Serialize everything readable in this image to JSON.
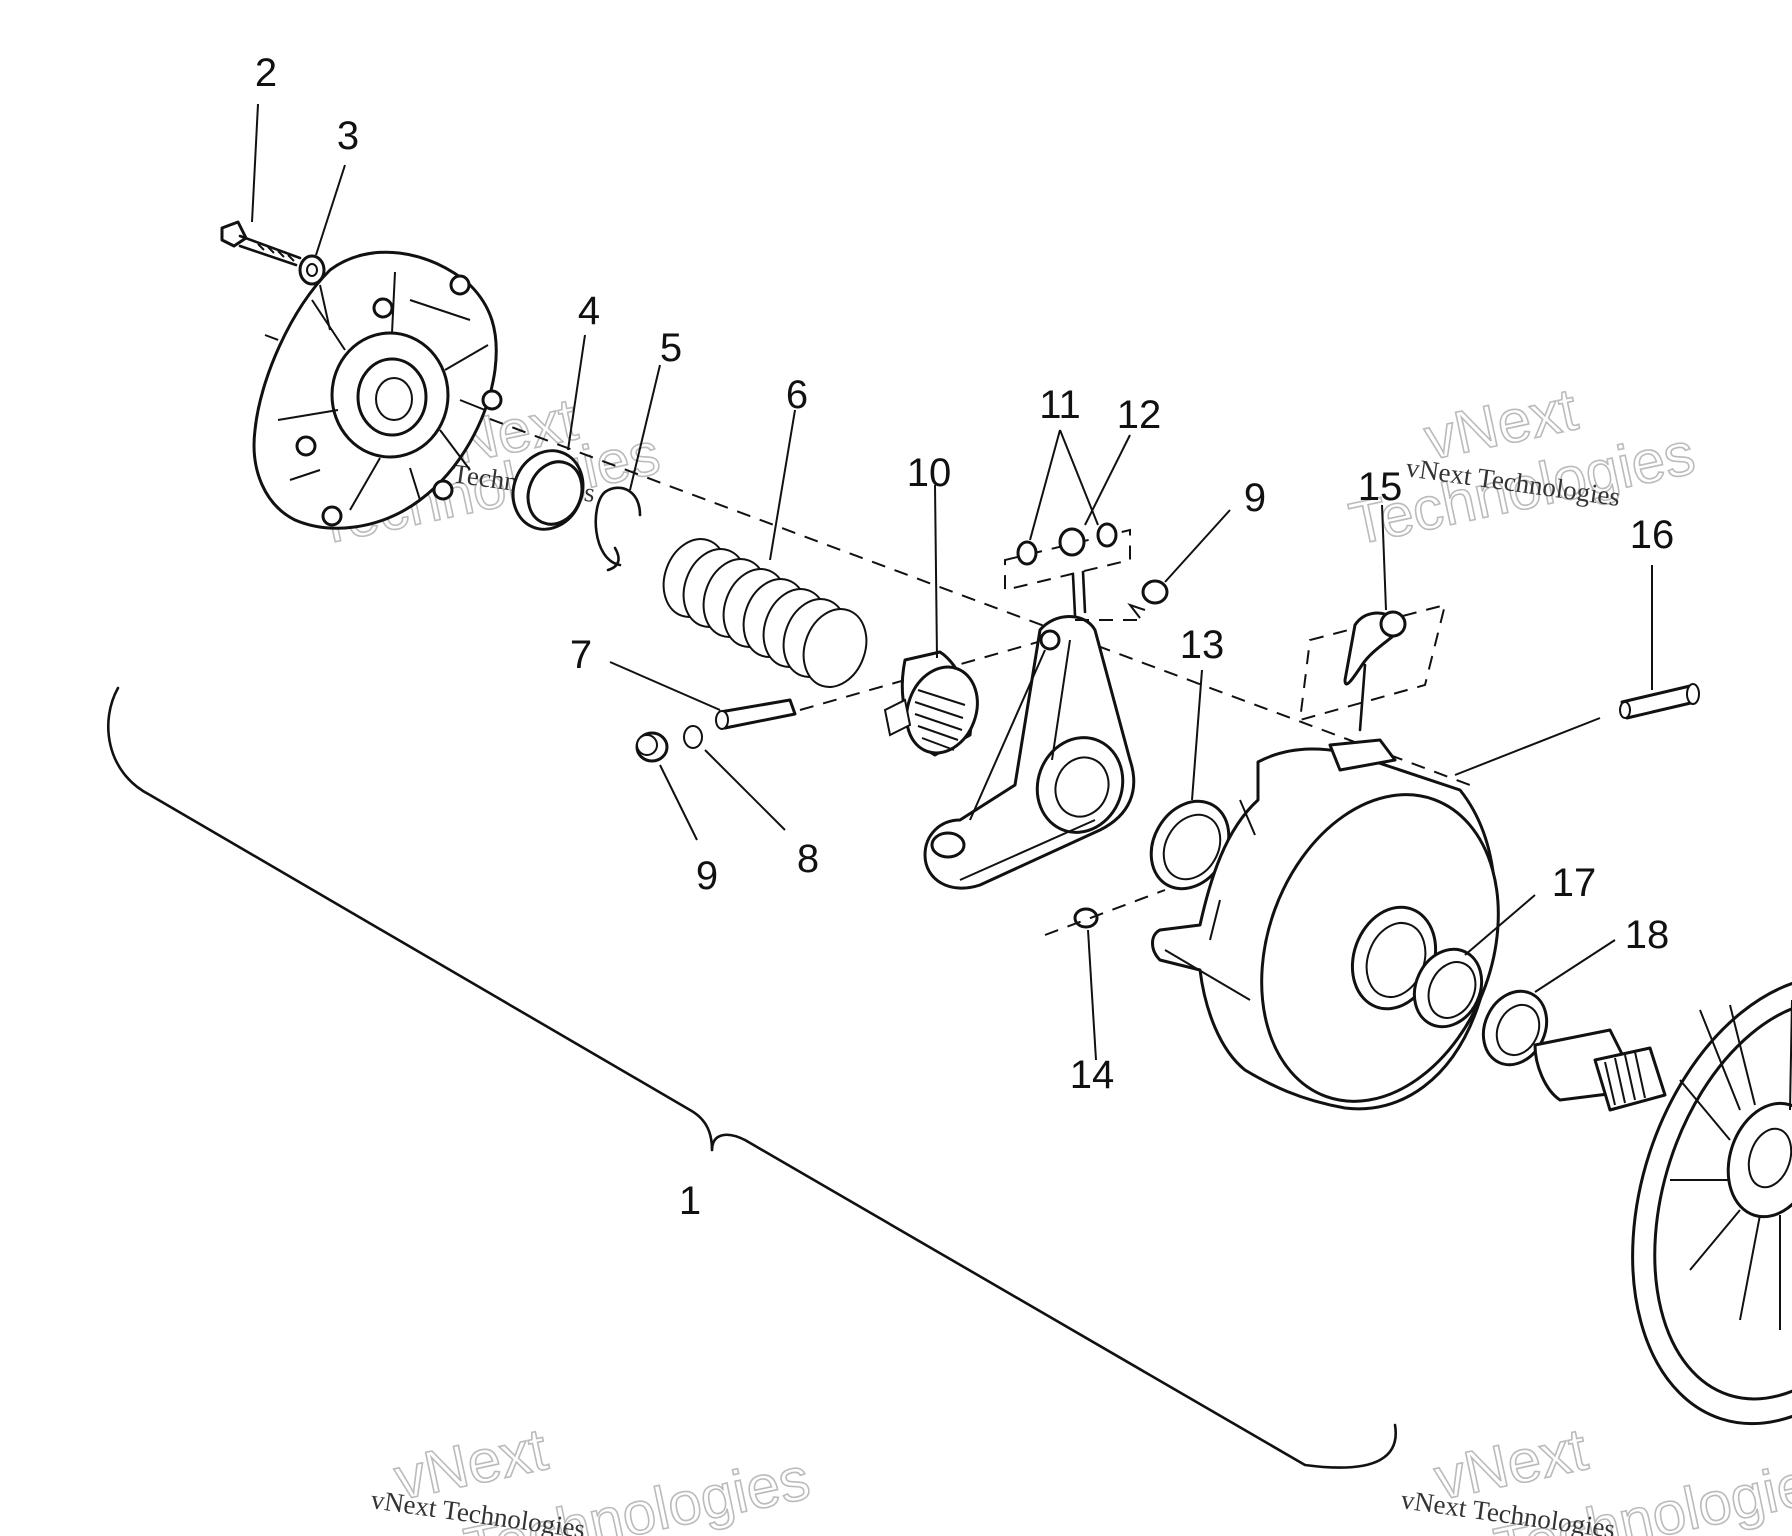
{
  "callouts": {
    "c1": "1",
    "c2": "2",
    "c3": "3",
    "c4": "4",
    "c5": "5",
    "c6": "6",
    "c7": "7",
    "c8": "8",
    "c9a": "9",
    "c9b": "9",
    "c10": "10",
    "c11": "11",
    "c12": "12",
    "c13": "13",
    "c14": "14",
    "c15": "15",
    "c16": "16",
    "c17": "17",
    "c18": "18"
  },
  "watermark": {
    "line1": "vNext",
    "line2": "Technologies",
    "small": "vNext Technologies"
  }
}
